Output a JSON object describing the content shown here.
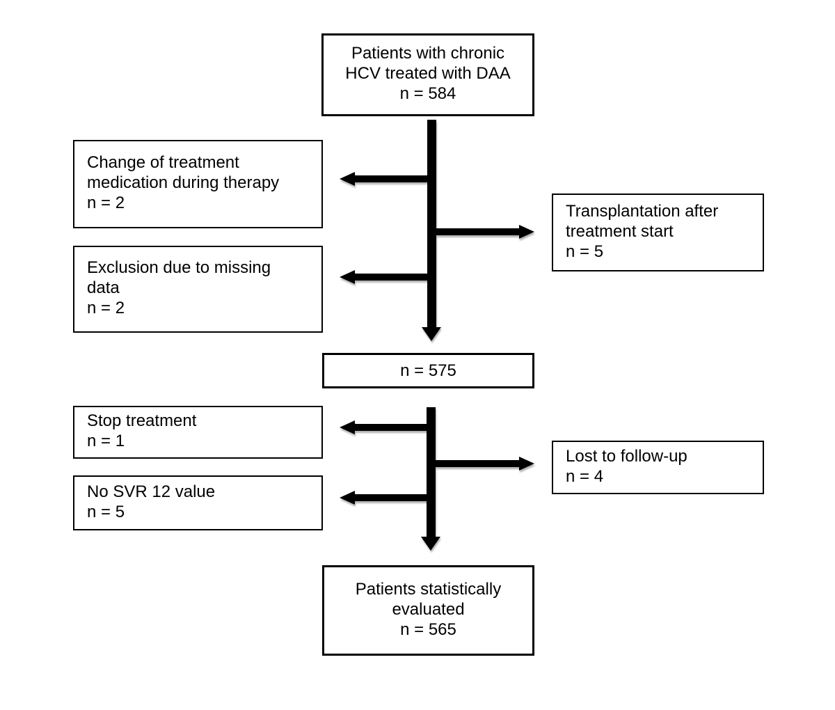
{
  "figure": {
    "type": "patient-flow-diagram",
    "colors": {
      "background": "#ffffff",
      "box_border": "#000000",
      "arrow": "#000000",
      "text": "#000000"
    },
    "boxes": {
      "initial": {
        "lines": [
          "Patients with chronic",
          "HCV treated with DAA",
          "n = 584"
        ]
      },
      "change_medication": {
        "lines": [
          "Change of treatment",
          "medication during therapy",
          "n = 2"
        ]
      },
      "transplantation": {
        "lines": [
          "Transplantation after",
          "treatment start",
          "n = 5"
        ]
      },
      "exclusion_missing_data": {
        "lines": [
          "Exclusion due to missing",
          "data",
          "n = 2"
        ]
      },
      "after_exclusions": {
        "lines": [
          "n = 575"
        ]
      },
      "stop_treatment": {
        "lines": [
          "Stop treatment",
          "n = 1"
        ]
      },
      "lost_followup": {
        "lines": [
          "Lost to follow-up",
          "n = 4"
        ]
      },
      "no_svr12": {
        "lines": [
          "No SVR 12 value",
          "n = 5"
        ]
      },
      "evaluated": {
        "lines": [
          "Patients statistically",
          "evaluated",
          "n = 565"
        ]
      }
    }
  }
}
